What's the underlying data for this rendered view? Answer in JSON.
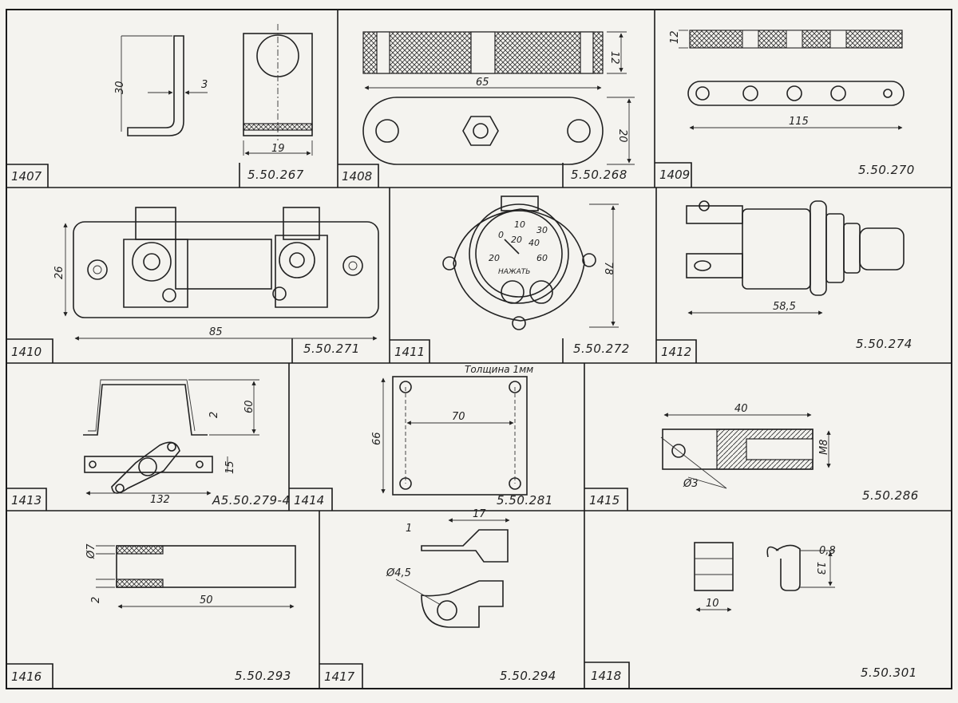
{
  "sheet": {
    "parts": [
      {
        "id": "1407",
        "code": "5.50.267",
        "dims": [
          "30",
          "3",
          "19"
        ]
      },
      {
        "id": "1408",
        "code": "5.50.268",
        "dims": [
          "65",
          "12",
          "20"
        ]
      },
      {
        "id": "1409",
        "code": "5.50.270",
        "dims": [
          "12",
          "115"
        ]
      },
      {
        "id": "1410",
        "code": "5.50.271",
        "dims": [
          "26",
          "85"
        ]
      },
      {
        "id": "1411",
        "code": "5.50.272",
        "dims": [
          "78"
        ],
        "gauge_labels": [
          "10",
          "0",
          "20",
          "30",
          "40",
          "20",
          "60",
          "НАЖАТЬ"
        ]
      },
      {
        "id": "1412",
        "code": "5.50.274",
        "dims": [
          "58,5"
        ]
      },
      {
        "id": "1413",
        "code": "А5.50.279-4",
        "dims": [
          "60",
          "2",
          "15",
          "132"
        ]
      },
      {
        "id": "1414",
        "code": "5.50.281",
        "dims": [
          "66",
          "70"
        ],
        "note": "Толщина 1мм"
      },
      {
        "id": "1415",
        "code": "5.50.286",
        "dims": [
          "40",
          "М8",
          "Ø3"
        ]
      },
      {
        "id": "1416",
        "code": "5.50.293",
        "dims": [
          "Ø7",
          "2",
          "50"
        ]
      },
      {
        "id": "1417",
        "code": "5.50.294",
        "dims": [
          "17",
          "1",
          "Ø4,5"
        ]
      },
      {
        "id": "1418",
        "code": "5.50.301",
        "dims": [
          "0,8",
          "13",
          "10"
        ]
      }
    ]
  }
}
